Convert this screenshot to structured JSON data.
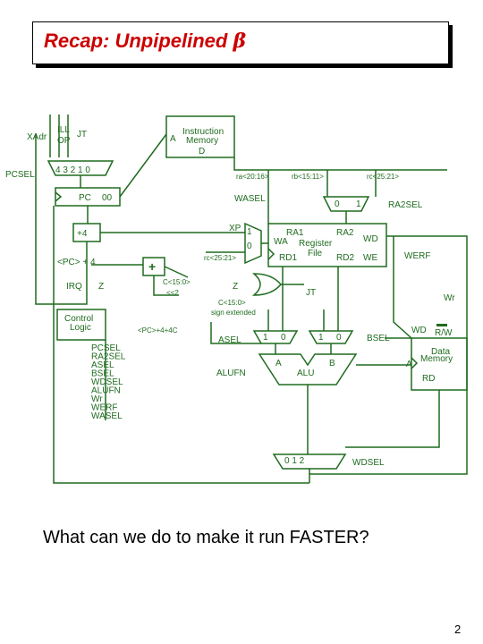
{
  "slide": {
    "title_main": "Recap: Unpipelined ",
    "title_beta": "β",
    "question": "What can we do to make it run FASTER?",
    "page_number": "2"
  },
  "diagram": {
    "xadr": "XAdr",
    "ill": "ILL",
    "op": "OP",
    "jt_top": "JT",
    "pcsel": "PCSEL",
    "pcsel_mux_inputs": "4 3 2 1 0",
    "pc": "PC",
    "pc_00": "00",
    "imem_a": "A",
    "imem_instruction": "Instruction",
    "imem_memory": "Memory",
    "imem_d": "D",
    "ra_field": "ra<20:16>",
    "rb_field": "rb<15:11>",
    "rc_field_top": "rc<25:21>",
    "wasel": "WASEL",
    "ra2sel": "RA2SEL",
    "ra2sel_mux_0": "0",
    "ra2sel_mux_1": "1",
    "plus4": "+4",
    "xp": "XP",
    "wa_mux_1": "1",
    "wa_mux_0": "0",
    "rc_field_mid": "rc<25:21>",
    "ra1": "RA1",
    "ra2": "RA2",
    "wa": "WA",
    "wd_reg": "WD",
    "register": "Register",
    "file": "File",
    "rd1": "RD1",
    "rd2": "RD2",
    "we": "WE",
    "werf": "WERF",
    "pc_plus4": "<PC> + 4",
    "adder_plus": "+",
    "irq": "IRQ",
    "z_left": "Z",
    "c_shift": "C<15:0>",
    "shift2": "<<2",
    "z_mid": "Z",
    "jt_mid": "JT",
    "wr_right": "Wr",
    "c_field": "C<15:0>",
    "sign_extended": "sign extended",
    "control_logic_1": "Control",
    "control_logic_2": "Logic",
    "control_signals": [
      "PCSEL",
      "RA2SEL",
      "ASEL",
      "BSEL",
      "WDSEL",
      "ALUFN",
      "Wr",
      "WERF",
      "WASEL"
    ],
    "pc_plus4_plus4c": "<PC>+4+4C",
    "asel": "ASEL",
    "asel_mux_1": "1",
    "asel_mux_0": "0",
    "bsel_mux_1": "1",
    "bsel_mux_0": "0",
    "bsel": "BSEL",
    "alu_a": "A",
    "alu_b": "B",
    "alu": "ALU",
    "alufn": "ALUFN",
    "dmem_wd": "WD",
    "dmem_rw": "R/W",
    "dmem_data": "Data",
    "dmem_memory": "Memory",
    "dmem_a": "A",
    "dmem_rd": "RD",
    "wdsel_mux_inputs": "0  1  2",
    "wdsel": "WDSEL"
  },
  "colors": {
    "wire": "#1f6b1f",
    "title": "#cc0000",
    "text": "#1f6b1f"
  }
}
